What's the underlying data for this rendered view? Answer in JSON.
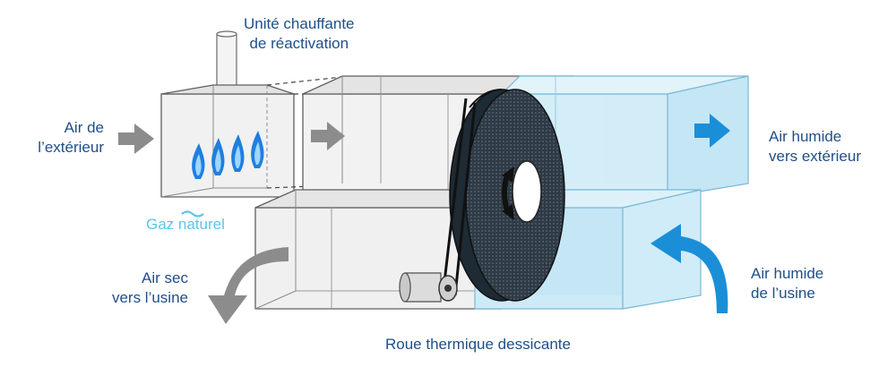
{
  "labels": {
    "heater": [
      "Unité chauffante",
      "de réactivation"
    ],
    "outside_air": [
      "Air de",
      "l’extérieur"
    ],
    "humid_exhaust": [
      "Air humide",
      "vers extérieur"
    ],
    "natural_gas": "Gaz naturel",
    "dry_air": [
      "Air sec",
      "vers l’usine"
    ],
    "humid_plant": [
      "Air humide",
      "de l’usine"
    ],
    "wheel": "Roue thermique dessicante"
  },
  "colors": {
    "label_text": "#1f4f88",
    "gas_text": "#5bc6e8",
    "arrow_gray": "#8c8c8c",
    "arrow_blue": "#1a8fd8",
    "flame_blue": "#1f7fe0",
    "duct_stroke": "#5f5f5f",
    "duct_fill_gray": "#ececec",
    "duct_fill_blue": "#cbe9f6"
  },
  "icons": {
    "flames": "flame-icon",
    "gas_wave": "wave-icon"
  }
}
